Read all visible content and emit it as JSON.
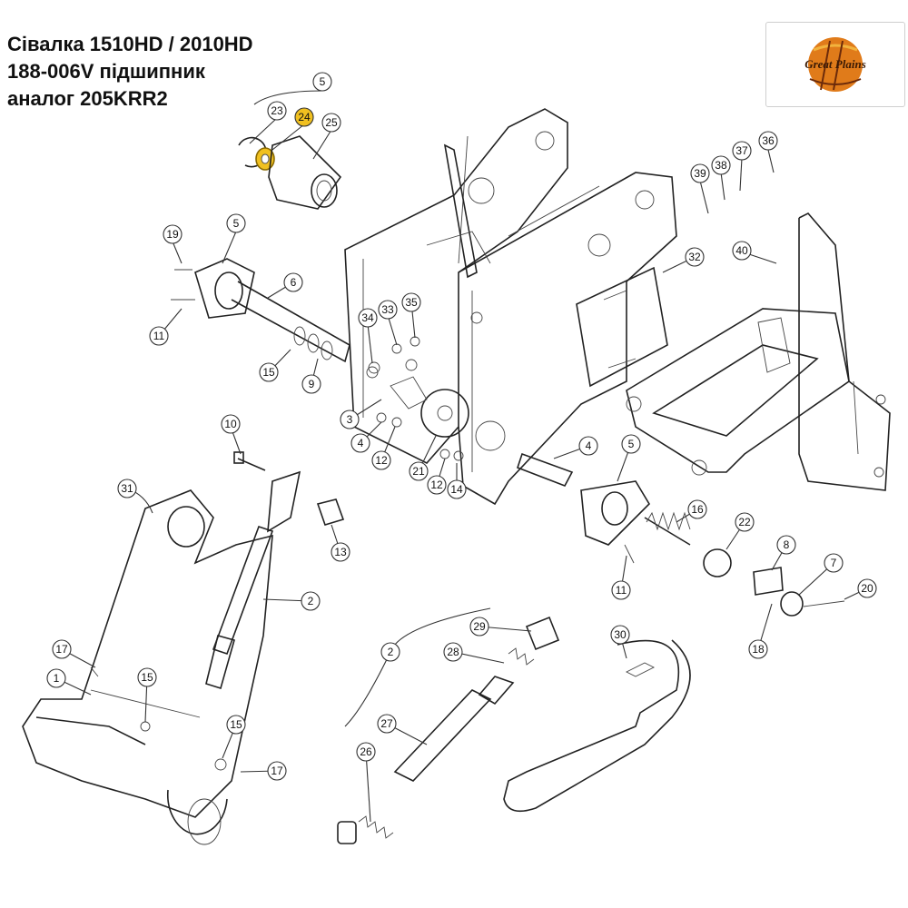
{
  "header": {
    "line1": "Сівалка 1510HD / 2010HD",
    "line2": "188-006V підшипник",
    "line3": "аналог 205KRR2"
  },
  "logo": {
    "text": "Great Plains",
    "colors": {
      "orange": "#e07b1a",
      "dark": "#6b2a0a",
      "ring": "#f2b33d"
    }
  },
  "highlight": {
    "part": "24",
    "color": "#f0c020"
  },
  "callouts": [
    "5",
    "23",
    "24",
    "25",
    "36",
    "37",
    "38",
    "39",
    "19",
    "5",
    "6",
    "11",
    "40",
    "32",
    "33",
    "34",
    "35",
    "15",
    "9",
    "3",
    "10",
    "4",
    "12",
    "21",
    "12",
    "14",
    "4",
    "5",
    "31",
    "13",
    "16",
    "22",
    "2",
    "11",
    "8",
    "7",
    "20",
    "18",
    "29",
    "28",
    "2",
    "30",
    "17",
    "1",
    "15",
    "15",
    "27",
    "26",
    "17"
  ]
}
